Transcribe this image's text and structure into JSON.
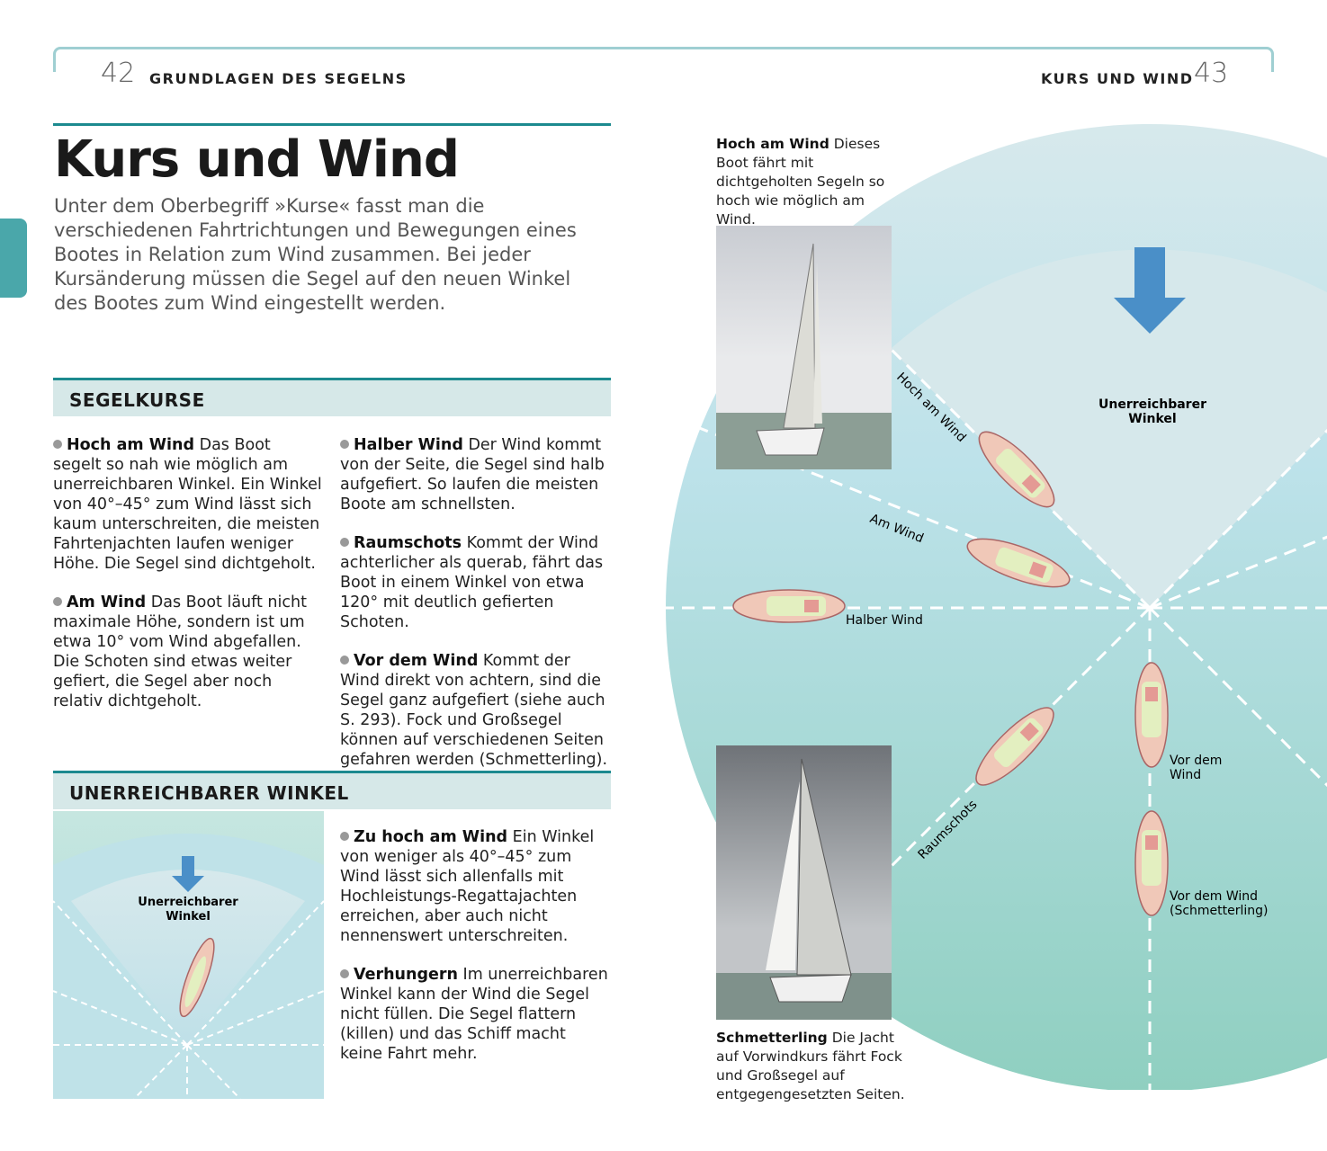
{
  "header": {
    "left_page_number": "42",
    "left_running_head": "GRUNDLAGEN DES SEGELNS",
    "right_running_head": "KURS UND WIND",
    "right_page_number": "43"
  },
  "title": "Kurs und Wind",
  "intro": "Unter dem Oberbegriff »Kurse« fasst man die verschiedenen Fahrtrichtungen und Bewegungen eines Bootes in Relation zum Wind zusammen. Bei jeder Kursänderung müssen die Segel auf den neuen Winkel des Bootes zum Wind eingestellt werden.",
  "segelkurse": {
    "heading": "SEGELKURSE",
    "items": [
      {
        "term": "Hoch am Wind",
        "text": "Das Boot segelt so nah wie möglich am unerreichbaren Winkel. Ein Winkel von 40°–45° zum Wind lässt sich kaum unterschreiten, die meisten Fahrtenjachten laufen weniger Höhe. Die Segel sind dichtgeholt."
      },
      {
        "term": "Am Wind",
        "text": "Das Boot läuft nicht maximale Höhe, sondern ist um etwa 10° vom Wind abgefallen. Die Schoten sind etwas weiter gefiert, die Segel aber noch relativ dichtgeholt."
      },
      {
        "term": "Halber Wind",
        "text": "Der Wind kommt von der Seite, die Segel sind halb aufgefiert. So laufen die meisten Boote am schnellsten."
      },
      {
        "term": "Raumschots",
        "text": "Kommt der Wind achterlicher als querab, fährt das Boot in einem Winkel von etwa 120° mit deutlich gefierten Schoten."
      },
      {
        "term": "Vor dem Wind",
        "text": "Kommt der Wind direkt von achtern, sind die Segel ganz aufgefiert (siehe auch S. 293). Fock und Großsegel können auf verschiedenen Seiten gefahren werden (Schmetterling)."
      }
    ]
  },
  "unerreichbar": {
    "heading": "UNERREICHBARER WINKEL",
    "diagram_label_1": "Unerreichbarer",
    "diagram_label_2": "Winkel",
    "items": [
      {
        "term": "Zu hoch am Wind",
        "text": "Ein Winkel von weniger als 40°–45° zum Wind lässt sich allenfalls mit Hochleistungs-Regattajachten erreichen, aber auch nicht nennenswert unterschreiten."
      },
      {
        "term": "Verhungern",
        "text": "Im unerreichbaren Winkel kann der Wind die Segel nicht füllen. Die Segel flattern (killen) und das Schiff macht keine Fahrt mehr."
      }
    ]
  },
  "captions": {
    "top": {
      "term": "Hoch am Wind",
      "text": "Dieses Boot fährt mit dichtgeholten Segeln so hoch wie möglich am Wind."
    },
    "bottom": {
      "term": "Schmetterling",
      "text": "Die Jacht auf Vorwindkurs fährt Fock und Großsegel auf entgegengesetzten Seiten."
    }
  },
  "diagram": {
    "unreachable_1": "Unerreichbarer",
    "unreachable_2": "Winkel",
    "hoch": "Hoch am Wind",
    "am": "Am Wind",
    "halber": "Halber Wind",
    "raum": "Raumschots",
    "vor_1": "Vor dem",
    "vor_2": "Wind",
    "schm_1": "Vor dem Wind",
    "schm_2": "(Schmetterling)"
  },
  "colors": {
    "accent": "#1c8a8f",
    "tab": "#4aa7aa",
    "arrow": "#4a8fc8"
  }
}
